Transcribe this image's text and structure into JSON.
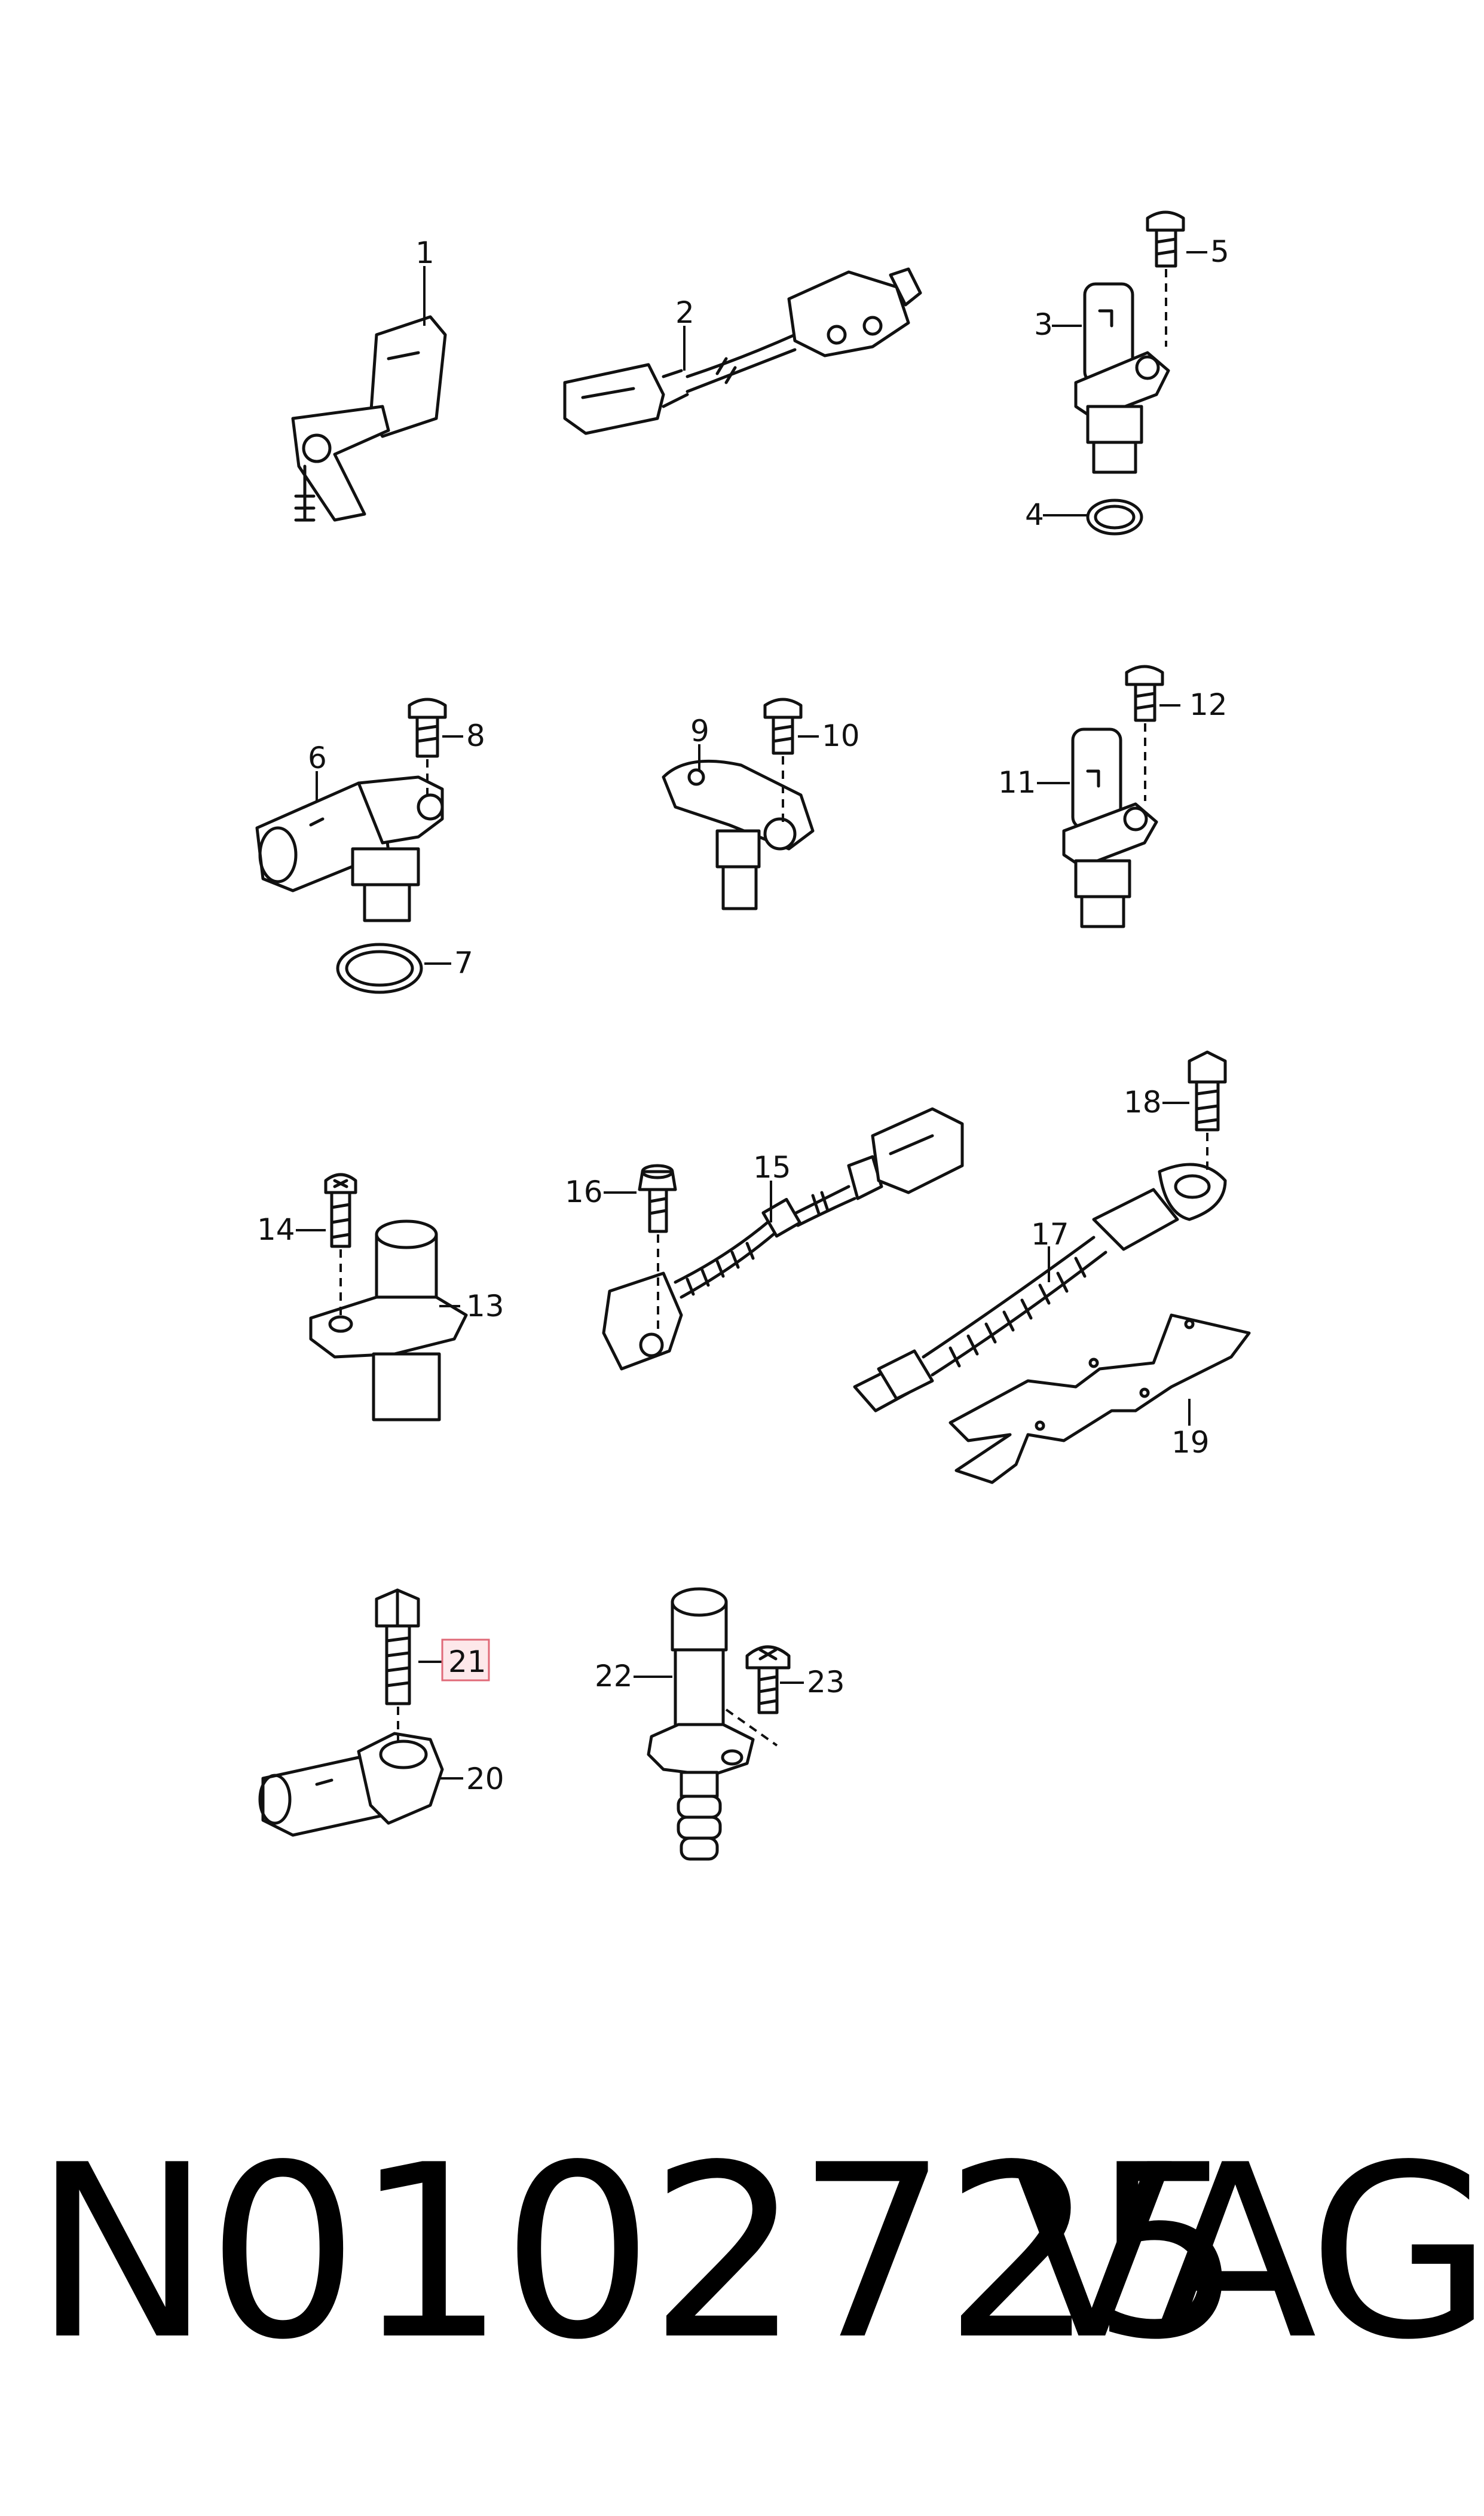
{
  "callouts": {
    "c1": "1",
    "c2": "2",
    "c3": "3",
    "c4": "4",
    "c5": "5",
    "c6": "6",
    "c7": "7",
    "c8": "8",
    "c9": "9",
    "c10": "10",
    "c11": "11",
    "c12": "12",
    "c13": "13",
    "c14": "14",
    "c15": "15",
    "c16": "16",
    "c17": "17",
    "c18": "18",
    "c19": "19",
    "c20": "20",
    "c21": "21",
    "c22": "22",
    "c23": "23"
  },
  "highlighted_callout": "21",
  "footer": {
    "part_number": "N0102725",
    "brand": "VAG"
  },
  "colors": {
    "line": "#111111",
    "highlight_fill": "#fde8ea",
    "highlight_border": "#e06a78"
  }
}
